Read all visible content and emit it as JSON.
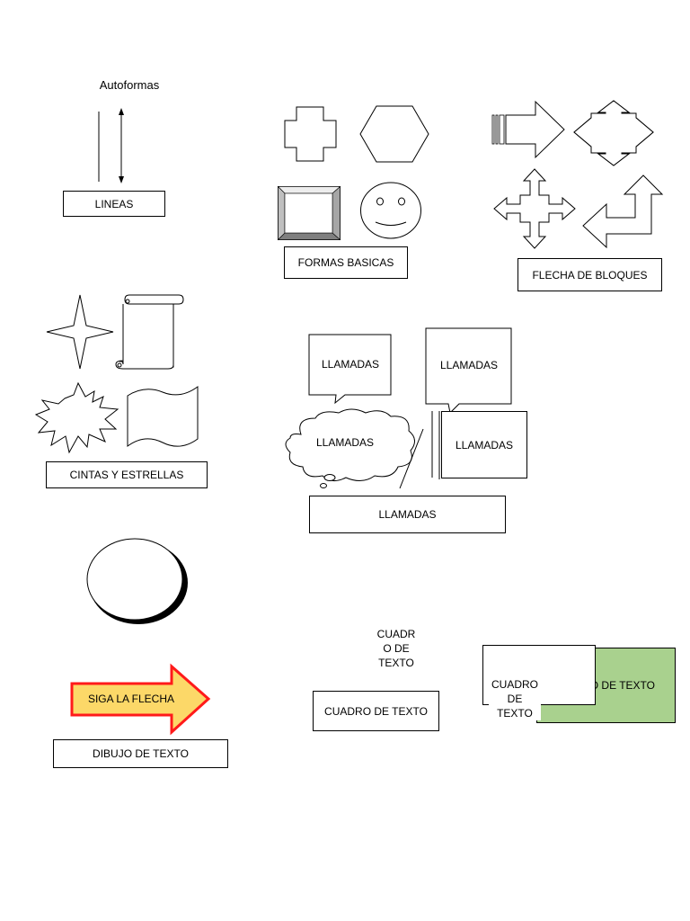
{
  "page": {
    "title": "Autoformas"
  },
  "sections": {
    "lineas": {
      "label": "LINEAS"
    },
    "formas_basicas": {
      "label": "FORMAS BASICAS"
    },
    "flecha_bloques": {
      "label": "FLECHA DE BLOQUES"
    },
    "cintas_estrellas": {
      "label": "CINTAS Y ESTRELLAS"
    },
    "llamadas": {
      "label": "LLAMADAS",
      "callout_rect": "LLAMADAS",
      "callout_tall": "LLAMADAS",
      "callout_cloud": "LLAMADAS",
      "callout_line": "LLAMADAS"
    },
    "dibujo_texto": {
      "label": "DIBUJO DE TEXTO",
      "arrow_text": "SIGA LA FLECHA",
      "arrow_fill": "#fcd868",
      "arrow_stroke": "#ff1a1a"
    },
    "cuadro_texto": {
      "floating_text": "CUADR O DE TEXTO",
      "box_text": "CUADRO DE TEXTO",
      "front_box_text": "CUADRO DE TEXTO",
      "back_box_text": "O DE TEXTO",
      "back_box_fill": "#a9d18e"
    }
  }
}
